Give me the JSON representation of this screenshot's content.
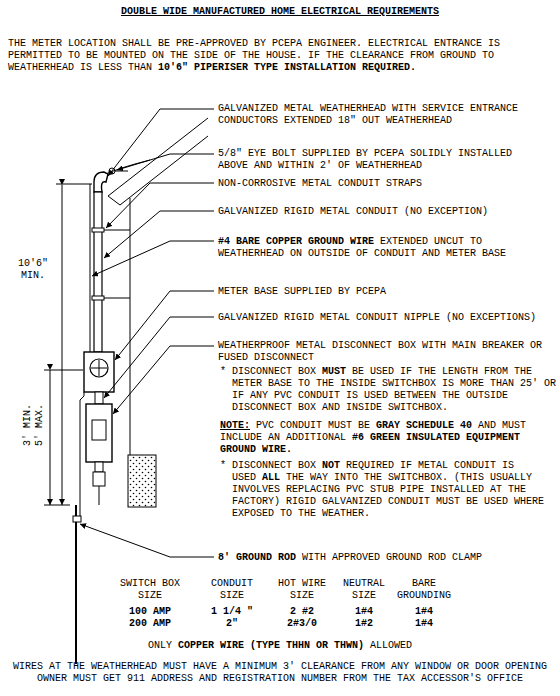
{
  "diagram": {
    "title": "DOUBLE WIDE MANUFACTURED HOME ELECTRICAL REQUIREMENTS",
    "labels": [
      "THE METER LOCATION SHALL BE PRE-APPROVED BY PCEPA ENGINEER. ELECTRICAL ENTRANCE IS PERMITTED TO BE MOUNTED ON THE SIDE OF THE HOUSE. IF THE CLEARANCE FROM GROUND TO WEATHERHEAD IS LESS THAN",
      "10'6\" PIPERISER TYPE INSTALLATION REQUIRED.",
      "GALVANIZED METAL WEATHERHEAD WITH SERVICE ENTRANCE CONDUCTORS EXTENDED 18\" OUT WEATHERHEAD",
      "5/8\" EYE BOLT SUPPLIED BY PCEPA SOLIDLY INSTALLED ABOVE AND WITHIN 2' OF WEATHERHEAD",
      "NON-CORROSIVE METAL CONDUIT STRAPS",
      "GALVANIZED RIGID METAL CONDUIT (NO EXCEPTION)",
      "#4 BARE COPPER GROUND WIRE",
      "EXTENDED UNCUT TO WEATHERHEAD ON OUTSIDE OF CONDUIT AND METER BASE",
      "METER BASE SUPPLIED BY PCEPA",
      "GALVANIZED RIGID METAL CONDUIT NIPPLE (NO EXCEPTIONS)",
      "WEATHERPROOF METAL DISCONNECT BOX WITH MAIN BREAKER OR FUSED DISCONNECT",
      "* DISCONNECT BOX",
      "MUST",
      "BE USED IF THE LENGTH FROM THE METER BASE TO THE INSIDE SWITCHBOX IS MORE THAN 25' OR IF ANY PVC CONDUIT IS USED BETWEEN THE OUTSIDE DISCONNECT BOX AND INSIDE SWITCHBOX.",
      "NOTE:",
      "PVC CONDUIT MUST BE",
      "GRAY SCHEDULE 40",
      "AND MUST INCLUDE AN ADDITIONAL",
      "#6 GREEN INSULATED EQUIPMENT GROUND WIRE.",
      "* DISCONNECT BOX",
      "NOT",
      "REQUIRED IF METAL CONDUIT IS USED",
      "ALL",
      "THE WAY INTO THE SWITCHBOX. (THIS USUALLY INVOLVES REPLACING PVC STUB PIPE INSTALLED AT THE FACTORY) RIGID GALVANIZED CONDUIT MUST BE USED WHERE EXPOSED TO THE WEATHER.",
      "8' GROUND ROD",
      "WITH APPROVED GROUND ROD CLAMP",
      "10'6\"",
      "MIN.",
      "3' MIN.",
      "5' MAX.",
      "SWITCH BOX SIZE",
      "CONDUIT SIZE",
      "HOT WIRE SIZE",
      "NEUTRAL SIZE",
      "BARE GROUNDING",
      "100 AMP",
      "1 1/4 \"",
      "2 #2",
      "1#4",
      "1#4",
      "200 AMP",
      "2\"",
      "2#3/0",
      "1#2",
      "1#4",
      "ONLY",
      "COPPER WIRE (TYPE THHN OR THWN)",
      "ALLOWED",
      "WIRES AT THE WEATHERHEAD MUST HAVE A MINIMUM 3' CLEARANCE FROM ANY WINDOW OR DOOR OPENING",
      "OWNER MUST GET 911 ADDRESS AND REGISTRATION NUMBER FROM THE TAX ACCESSOR'S OFFICE"
    ]
  }
}
